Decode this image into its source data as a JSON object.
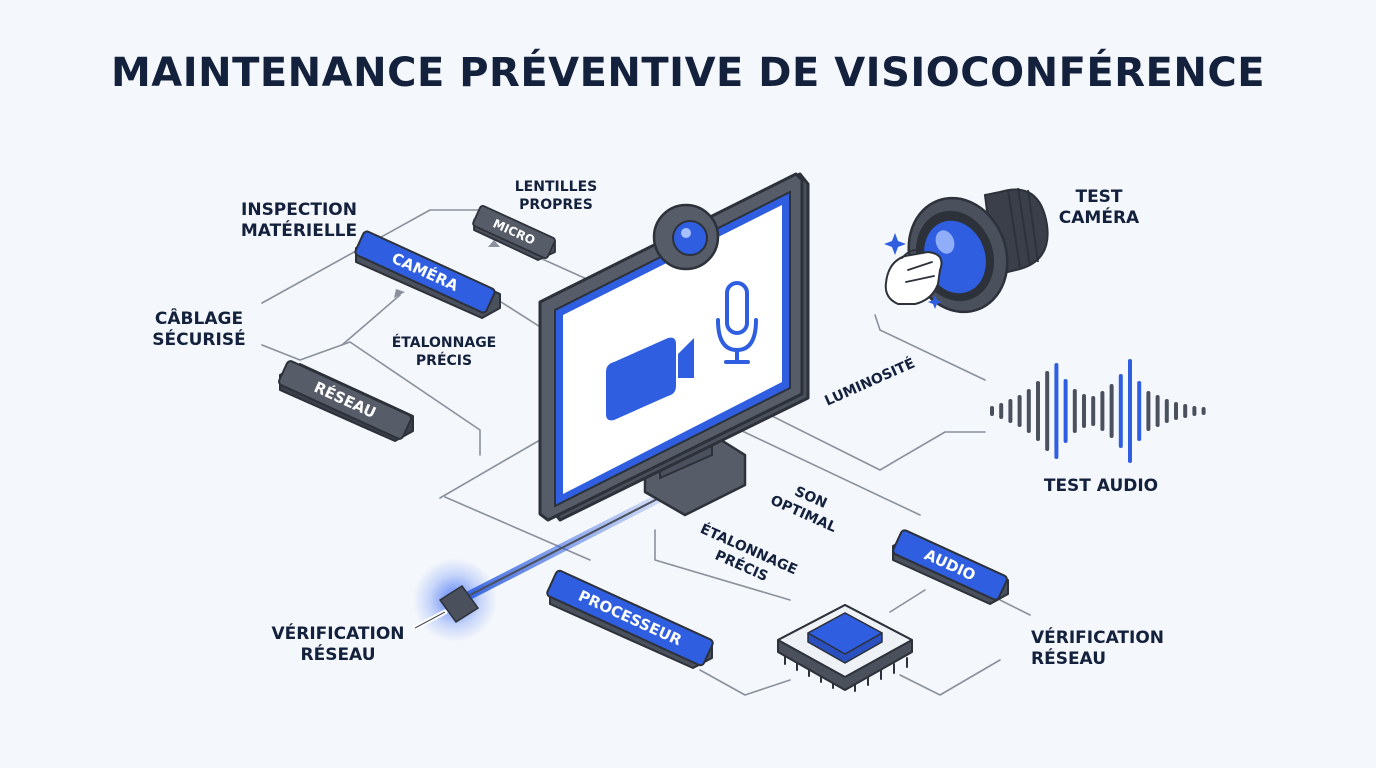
{
  "title": "MAINTENANCE PRÉVENTIVE DE VISIOCONFÉRENCE",
  "tags": {
    "camera": "CAMÉRA",
    "micro": "MICRO",
    "reseau": "RÉSEAU",
    "processeur": "PROCESSEUR",
    "audio": "AUDIO"
  },
  "labels": {
    "inspection": "INSPECTION\nMATÉRIELLE",
    "lentilles": "LENTILLES\nPROPRES",
    "cablage": "CÂBLAGE\nSÉCURISÉ",
    "etalonnage_1": "ÉTALONNAGE\nPRÉCIS",
    "test_camera": "TEST\nCAMÉRA",
    "luminosite": "LUMINOSITÉ",
    "test_audio": "TEST AUDIO",
    "son_optimal": "SON\nOPTIMAL",
    "etalonnage_2": "ÉTALONNAGE\nPRÉCIS",
    "verif_reseau_left": "VÉRIFICATION\nRÉSEAU",
    "verif_reseau_right": "VÉRIFICATION\nRÉSEAU"
  },
  "colors": {
    "accent": "#2f5fe0",
    "dark": "#4a505c",
    "navy": "#14213d",
    "line": "#7d8591"
  },
  "icons": [
    "video-camera-icon",
    "microphone-icon",
    "sparkle-icon",
    "cleaning-hand-icon",
    "waveform-icon",
    "chip-icon"
  ]
}
